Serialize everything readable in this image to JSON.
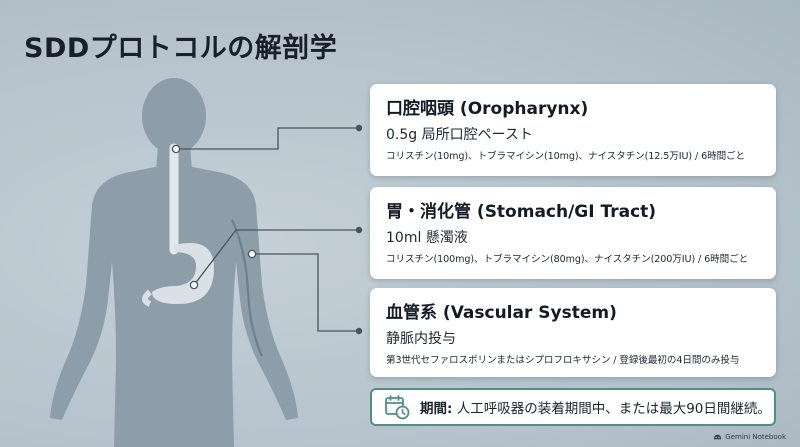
{
  "slide": {
    "title": "SDDプロトコルの解剖学",
    "colors": {
      "background": "#b9c5cd",
      "body": "#8e9ea9",
      "connector": "#47545f",
      "card": "#ffffff",
      "accent_teal": "#4f8f86",
      "tract": "#e2e8ec"
    }
  },
  "sections": [
    {
      "id": "oropharynx",
      "title": "口腔咽頭 (Oropharynx)",
      "dose": "0.5g 局所口腔ペースト",
      "detail": "コリスチン(10mg)、トブラマイシン(10mg)、ナイスタチン(12.5万IU) / 6時間ごと"
    },
    {
      "id": "gi",
      "title": "胃・消化管 (Stomach/GI Tract)",
      "dose": "10ml 懸濁液",
      "detail": "コリスチン(100mg)、トブラマイシン(80mg)、ナイスタチン(200万IU) / 6時間ごと"
    },
    {
      "id": "vascular",
      "title": "血管系 (Vascular System)",
      "dose": "静脈内投与",
      "detail": "第3世代セファロスポリンまたはシプロフロキサシン / 登録後最初の4日間のみ投与"
    }
  ],
  "duration": {
    "icon": "calendar-clock-icon",
    "label": "期間:",
    "text": " 人工呼吸器の装着期間中、または最大90日間継続。"
  },
  "footer": {
    "icon": "gemini-notebook-logo-icon",
    "text": "Gemini Notebook"
  }
}
